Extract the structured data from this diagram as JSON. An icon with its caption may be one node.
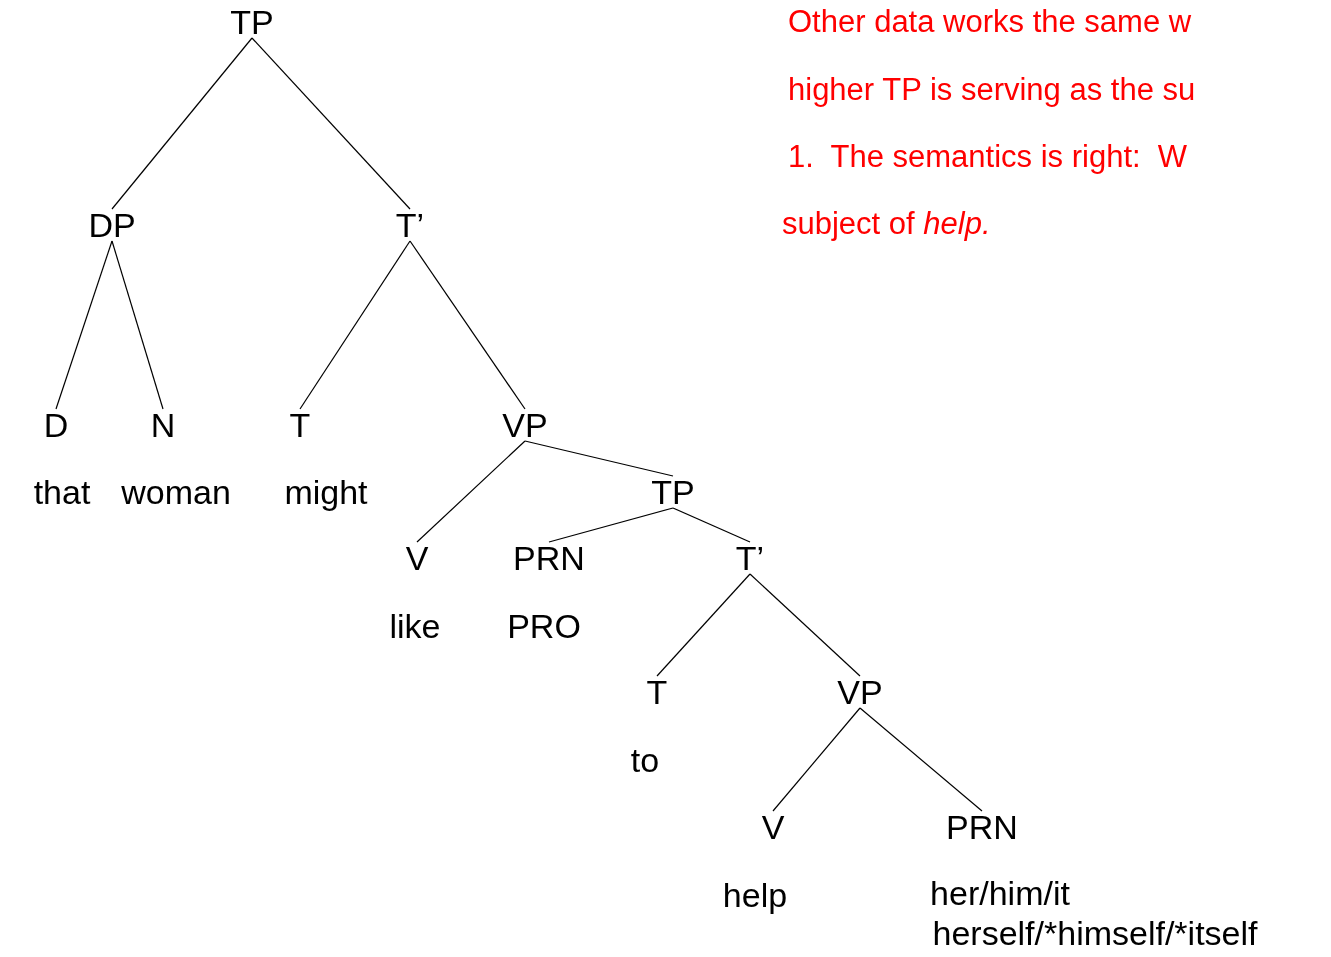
{
  "diagram": {
    "nodes": [
      {
        "text": [
          "TP"
        ]
      },
      {
        "text": [
          "DP"
        ]
      },
      {
        "text": [
          "T’"
        ]
      },
      {
        "text": [
          "D",
          "that"
        ]
      },
      {
        "text": [
          "N",
          "woman"
        ]
      },
      {
        "text": [
          "T",
          "might"
        ]
      },
      {
        "text": [
          "VP"
        ]
      },
      {
        "text": [
          "TP"
        ]
      },
      {
        "text": [
          "V",
          "like"
        ]
      },
      {
        "text": [
          "PRN",
          "PRO"
        ]
      },
      {
        "text": [
          "T’"
        ]
      },
      {
        "text": [
          "T",
          "to"
        ]
      },
      {
        "text": [
          "VP"
        ]
      },
      {
        "text": [
          "V",
          "help"
        ]
      },
      {
        "text": [
          "PRN",
          "her/him/it",
          "herself/*himself/*itself"
        ]
      }
    ],
    "edges": [
      {
        "from": 0,
        "to": 1,
        "arrow": "none"
      },
      {
        "from": 0,
        "to": 2,
        "arrow": "none"
      },
      {
        "from": 1,
        "to": 3,
        "arrow": "none"
      },
      {
        "from": 1,
        "to": 4,
        "arrow": "none"
      },
      {
        "from": 2,
        "to": 5,
        "arrow": "none"
      },
      {
        "from": 2,
        "to": 6,
        "arrow": "none"
      },
      {
        "from": 6,
        "to": 8,
        "arrow": "none"
      },
      {
        "from": 6,
        "to": 7,
        "arrow": "none"
      },
      {
        "from": 7,
        "to": 9,
        "arrow": "none"
      },
      {
        "from": 7,
        "to": 10,
        "arrow": "none"
      },
      {
        "from": 10,
        "to": 11,
        "arrow": "none"
      },
      {
        "from": 10,
        "to": 12,
        "arrow": "none"
      },
      {
        "from": 12,
        "to": 13,
        "arrow": "none"
      },
      {
        "from": 12,
        "to": 14,
        "arrow": "none"
      }
    ],
    "labels": [
      "Other data works the same w",
      "higher TP is serving as the su",
      "1.  The semantics is right:  W",
      "subject of *help.*"
    ]
  }
}
